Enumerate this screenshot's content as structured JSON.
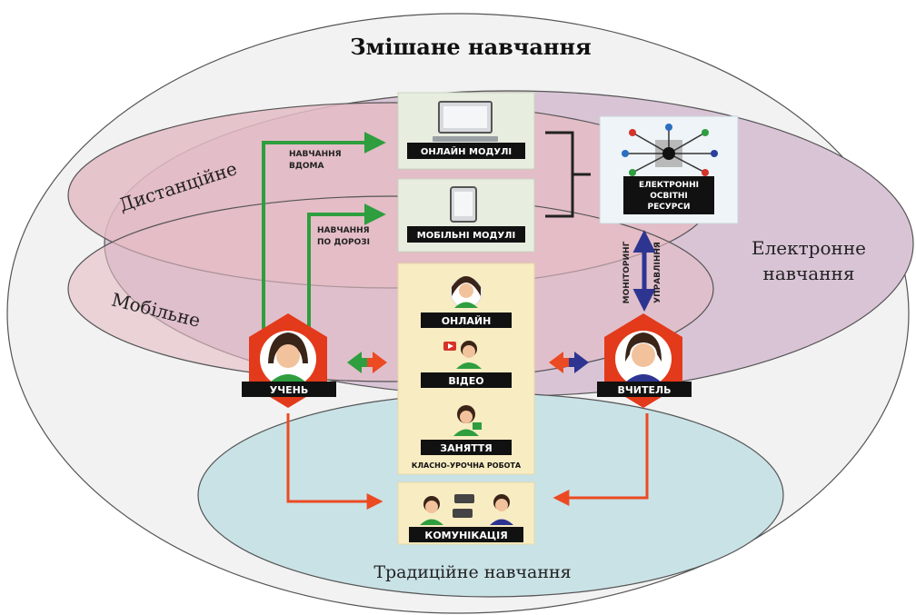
{
  "title": "Змішане навчання",
  "regions": {
    "distance": "Дистанційне",
    "mobile": "Мобільне",
    "electronic_line1": "Електронне",
    "electronic_line2": "навчання",
    "traditional": "Традиційне навчання"
  },
  "modules": {
    "online": "ОНЛАЙН МОДУЛІ",
    "mobile": "МОБІЛЬНІ МОДУЛІ"
  },
  "paths": {
    "home_line1": "НАВЧАННЯ",
    "home_line2": "ВДОМА",
    "road_line1": "НАВЧАННЯ",
    "road_line2": "ПО ДОРОЗІ"
  },
  "resources": {
    "line1": "ЕЛЕКТРОННІ",
    "line2": "ОСВІТНІ",
    "line3": "РЕСУРСИ"
  },
  "links": {
    "monitoring": "МОНІТОРИНГ",
    "management": "УПРАВЛІННЯ"
  },
  "roles": {
    "student": "УЧЕНЬ",
    "teacher": "ВЧИТЕЛЬ"
  },
  "activities": {
    "online": "ОНЛАЙН",
    "video": "ВІДЕО",
    "lesson": "ЗАНЯТТЯ",
    "lesson_note": "КЛАСНО-УРОЧНА РОБОТА",
    "communication": "КОМУНІКАЦІЯ"
  },
  "colors": {
    "outer_ellipse": "#f2f2f2",
    "electronic_ellipse": "#d9c4d6",
    "inner_ellipse": "#e4bcc4",
    "traditional_ellipse": "#c9e2e6",
    "green_arrow": "#2e9e3e",
    "orange_arrow": "#ec4a22",
    "blue_arrow": "#2d3591",
    "hexagon": "#e23a1b",
    "label_bg": "#111111",
    "activity_panel": "#f8ecc2",
    "module_panel": "#e7eee0"
  }
}
